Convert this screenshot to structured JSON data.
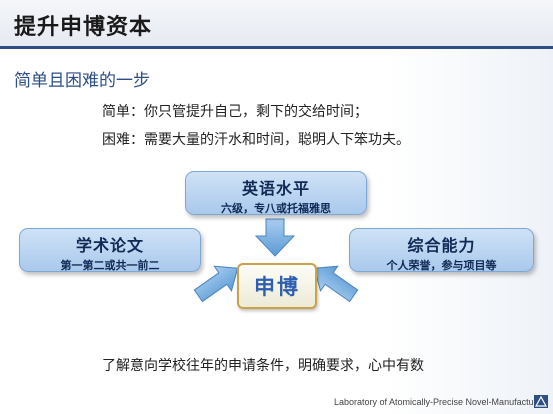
{
  "slide": {
    "title": "提升申博资本",
    "subtitle": "简单且困难的一步",
    "lines": [
      "简单：你只管提升自己，剩下的交给时间；",
      "困难：需要大量的汗水和时间，聪明人下笨功夫。"
    ],
    "summary": "了解意向学校往年的申请条件，明确要求，心中有数",
    "footer": "Laboratory of Atomically-Precise Novel-Manufacturing"
  },
  "diagram": {
    "center": "申博",
    "english": {
      "title": "英语水平",
      "detail": "六级，专八或托福雅思"
    },
    "paper": {
      "title": "学术论文",
      "detail": "第一第二或共一前二"
    },
    "ability": {
      "title": "综合能力",
      "detail": "个人荣誉，参与项目等"
    }
  },
  "colors": {
    "accent": "#2e4f86",
    "box_fill": "#a9c9ec",
    "arrow": "#5b9bd5",
    "center_border": "#c9a24a",
    "center_text": "#2f5fb0"
  }
}
